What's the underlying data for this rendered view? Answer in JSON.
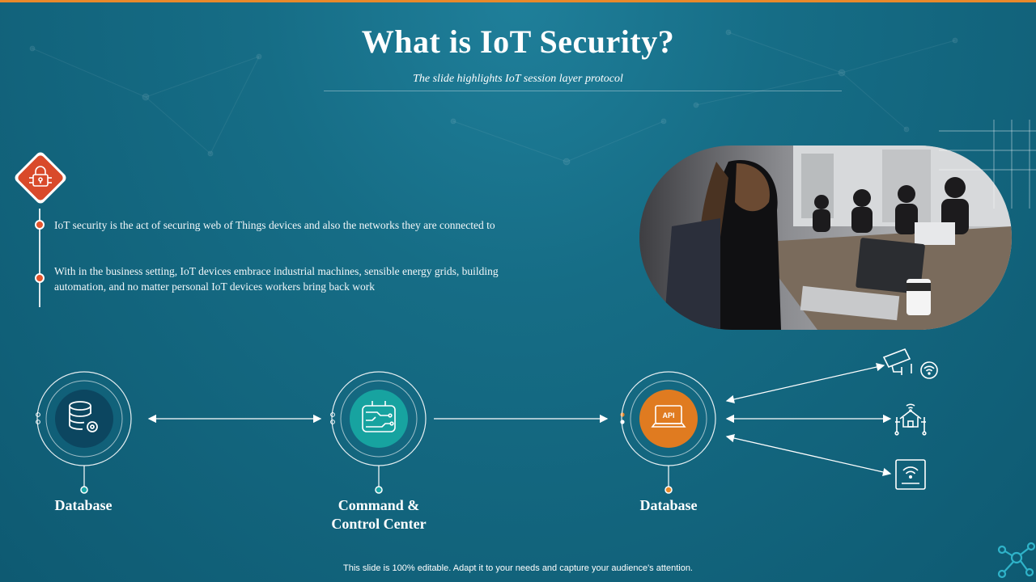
{
  "slide": {
    "title": "What is IoT Security?",
    "subtitle": "The slide highlights IoT session layer protocol",
    "footer": "This slide is 100% editable. Adapt it to your needs and capture your audience's attention."
  },
  "colors": {
    "background": "#166d86",
    "accent_orange": "#e8892b",
    "accent_red": "#e2542d",
    "teal": "#1aa8a8"
  },
  "bullets": [
    {
      "text": "IoT security is the act of securing web of Things devices and also the networks they are connected to"
    },
    {
      "text_line1": "With in the business setting, IoT devices embrace industrial machines, sensible energy grids, building",
      "text_line2": "automation, and no matter personal IoT devices workers bring back work"
    }
  ],
  "nodes": [
    {
      "label": "Database",
      "icon": "database-gear-icon"
    },
    {
      "label_line1": "Command &",
      "label_line2": "Control Center",
      "icon": "circuit-board-icon"
    },
    {
      "label": "Database",
      "icon": "api-laptop-icon"
    }
  ],
  "devices": [
    {
      "icon": "security-camera-wifi-icon"
    },
    {
      "icon": "smart-home-icon"
    },
    {
      "icon": "wifi-router-icon"
    }
  ],
  "badge": {
    "icon": "padlock-circuit-icon"
  },
  "photo": {
    "icon": "meeting-photo"
  }
}
